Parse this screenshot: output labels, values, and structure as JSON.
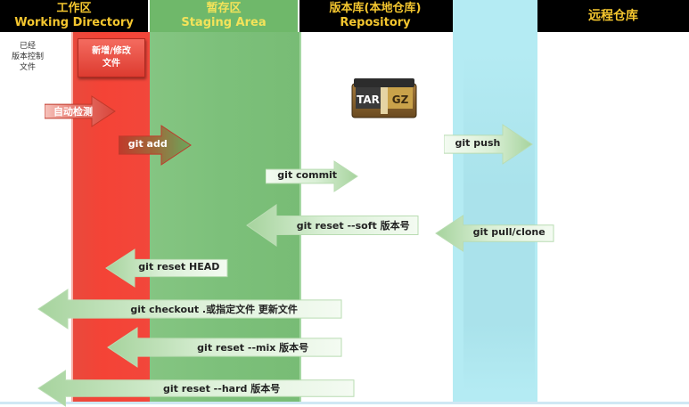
{
  "headers": {
    "working": {
      "cn": "工作区",
      "en": "Working Directory"
    },
    "staging": {
      "cn": "暂存区",
      "en": "Staging Area"
    },
    "repository": {
      "cn": "版本库(本地仓库)",
      "en": "Repository"
    },
    "remote": {
      "cn": "远程仓库"
    }
  },
  "left_label": [
    "已经",
    "版本控制",
    "文件"
  ],
  "new_box": [
    "新增/修改",
    "文件"
  ],
  "tar_icon": {
    "left": "TAR",
    "right": "GZ"
  },
  "arrows": [
    {
      "label": "自动检测",
      "direction": "right"
    },
    {
      "label": "git add",
      "direction": "right"
    },
    {
      "label": "git commit",
      "direction": "right"
    },
    {
      "label": "git push",
      "direction": "right"
    },
    {
      "label": "git reset --soft 版本号",
      "direction": "left"
    },
    {
      "label": "git pull/clone",
      "direction": "left"
    },
    {
      "label": "git reset HEAD",
      "direction": "left"
    },
    {
      "label": "git  checkout  .或指定文件 更新文件",
      "direction": "left"
    },
    {
      "label": "git reset --mix 版本号",
      "direction": "left"
    },
    {
      "label": "git reset --hard    版本号",
      "direction": "left"
    }
  ],
  "colors": {
    "header_bg": "#000000",
    "header_text": "#f4c62f",
    "working_col": "#f44336",
    "staging_col": "#7cc07a",
    "remote_col": "#b4ebf3",
    "arrow_green": "#e8f5e4"
  }
}
